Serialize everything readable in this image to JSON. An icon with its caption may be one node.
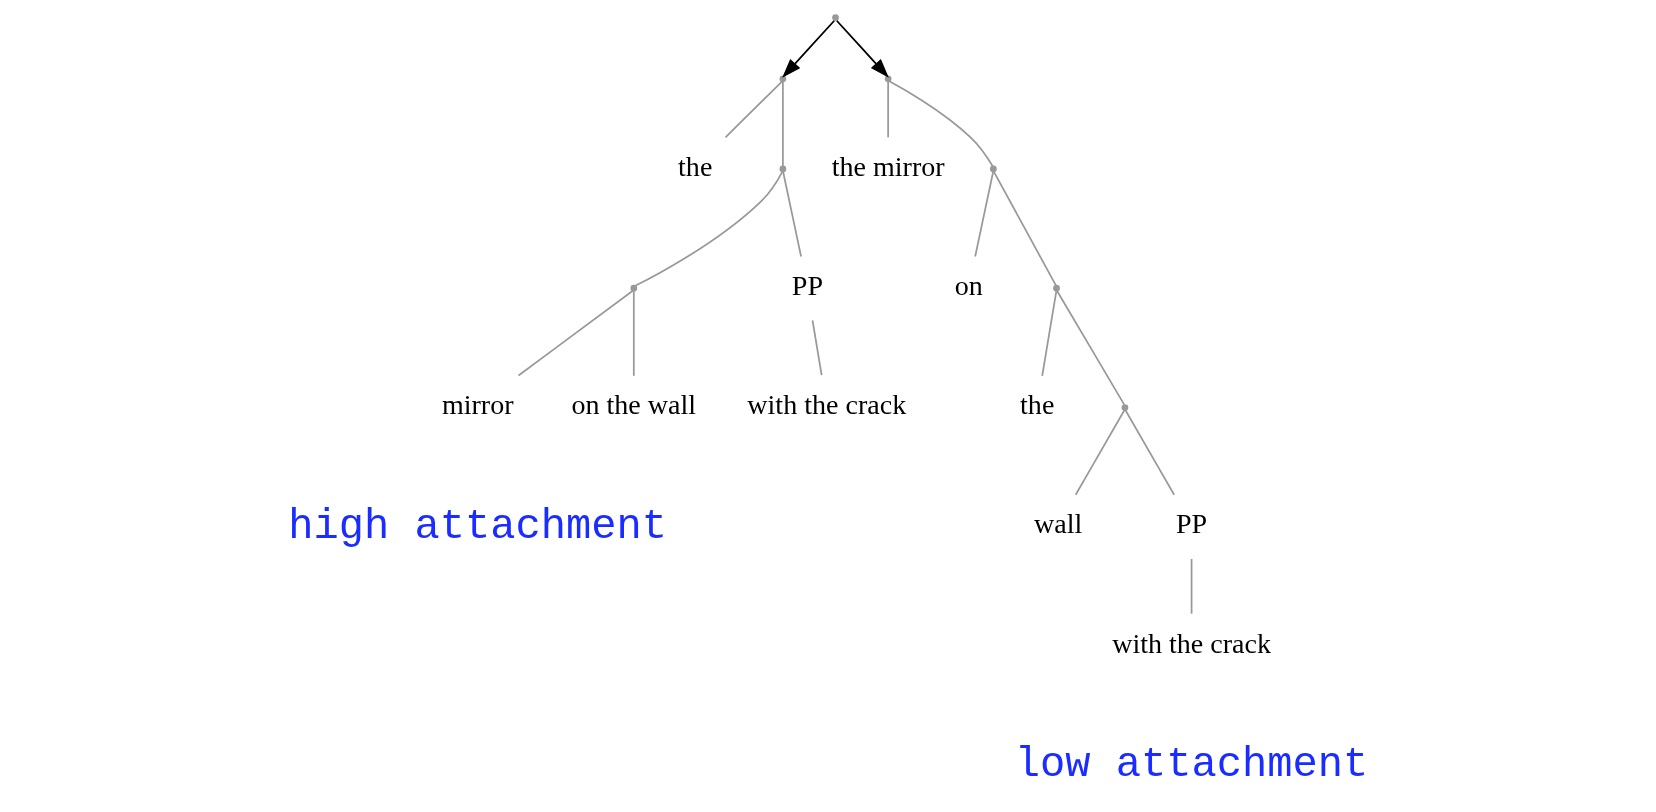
{
  "diagram": {
    "nodes": [
      {
        "text": [],
        "shape": "point"
      },
      {
        "text": [],
        "shape": "point"
      },
      {
        "text": [
          "the"
        ]
      },
      {
        "text": [],
        "shape": "point"
      },
      {
        "text": [],
        "shape": "point"
      },
      {
        "text": [
          "mirror"
        ]
      },
      {
        "text": [
          "on the wall"
        ]
      },
      {
        "text": [
          "PP"
        ]
      },
      {
        "text": [
          "with the crack"
        ]
      },
      {
        "text": [],
        "shape": "point"
      },
      {
        "text": [
          "the mirror"
        ]
      },
      {
        "text": [],
        "shape": "point"
      },
      {
        "text": [
          "on"
        ]
      },
      {
        "text": [],
        "shape": "point"
      },
      {
        "text": [
          "the"
        ]
      },
      {
        "text": [],
        "shape": "point"
      },
      {
        "text": [
          "wall"
        ]
      },
      {
        "text": [
          "PP"
        ]
      },
      {
        "text": [
          "with the crack"
        ]
      }
    ],
    "edges": [
      {
        "from": 0,
        "to": 1,
        "arrow": "to",
        "color": "#000000"
      },
      {
        "from": 0,
        "to": 9,
        "arrow": "to",
        "color": "#000000"
      },
      {
        "from": 1,
        "to": 2,
        "arrow": "none"
      },
      {
        "from": 1,
        "to": 3,
        "arrow": "none"
      },
      {
        "from": 3,
        "to": 4,
        "arrow": "none"
      },
      {
        "from": 3,
        "to": 7,
        "arrow": "none"
      },
      {
        "from": 4,
        "to": 5,
        "arrow": "none"
      },
      {
        "from": 4,
        "to": 6,
        "arrow": "none"
      },
      {
        "from": 7,
        "to": 8,
        "arrow": "none"
      },
      {
        "from": 9,
        "to": 10,
        "arrow": "none"
      },
      {
        "from": 9,
        "to": 11,
        "arrow": "none"
      },
      {
        "from": 11,
        "to": 12,
        "arrow": "none"
      },
      {
        "from": 11,
        "to": 13,
        "arrow": "none"
      },
      {
        "from": 13,
        "to": 14,
        "arrow": "none"
      },
      {
        "from": 13,
        "to": 15,
        "arrow": "none"
      },
      {
        "from": 15,
        "to": 16,
        "arrow": "none"
      },
      {
        "from": 15,
        "to": 17,
        "arrow": "none"
      },
      {
        "from": 17,
        "to": 18,
        "arrow": "none"
      }
    ],
    "labels": [
      "high attachment",
      "low attachment"
    ]
  }
}
